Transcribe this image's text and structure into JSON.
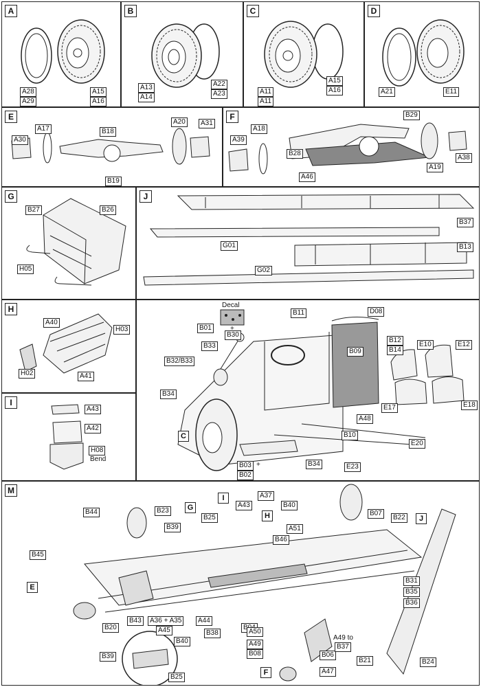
{
  "steps": {
    "A": {
      "letter": "A",
      "parts": [
        "A28",
        "A29",
        "A15",
        "A16"
      ]
    },
    "B": {
      "letter": "B",
      "parts": [
        "A13",
        "A14",
        "A22",
        "A23"
      ]
    },
    "C": {
      "letter": "C",
      "parts": [
        "A11",
        "A11",
        "A15",
        "A16"
      ]
    },
    "D": {
      "letter": "D",
      "parts": [
        "A21",
        "E11"
      ]
    },
    "E": {
      "letter": "E",
      "parts": [
        "A30",
        "A17",
        "B18",
        "B19",
        "A20",
        "A31"
      ]
    },
    "F": {
      "letter": "F",
      "parts": [
        "A39",
        "A18",
        "B29",
        "B28",
        "A46",
        "A19",
        "A38"
      ]
    },
    "G": {
      "letter": "G",
      "parts": [
        "B27",
        "B26",
        "H05"
      ]
    },
    "J": {
      "letter": "J",
      "parts": [
        "B37",
        "G01",
        "B13",
        "G02"
      ]
    },
    "H": {
      "letter": "H",
      "parts": [
        "A40",
        "H03",
        "H02",
        "A41"
      ]
    },
    "I": {
      "letter": "I",
      "parts": [
        "A43",
        "A42",
        "H08"
      ],
      "bend": "Bend"
    },
    "cab": {
      "decal": "Decal",
      "plus": "+",
      "parts": [
        "B11",
        "D08",
        "B01",
        "B30",
        "B33",
        "B09",
        "B12",
        "B14",
        "E10",
        "E12",
        "B32/B33",
        "B34",
        "E17",
        "E18",
        "A48",
        "B10",
        "E20",
        "B34",
        "E23",
        "B03",
        "B02"
      ],
      "b03_plus": "+",
      "ref": "C"
    },
    "M": {
      "letter": "M",
      "refs": [
        "I",
        "G",
        "H",
        "J",
        "E",
        "F"
      ],
      "parts": [
        "B44",
        "B23",
        "B39",
        "B25",
        "A43",
        "A37",
        "B40",
        "B07",
        "B22",
        "A51",
        "B46",
        "B45",
        "B31",
        "B35",
        "B36",
        "B20",
        "B43",
        "A36 + A35",
        "A45",
        "B40",
        "A44",
        "B38",
        "B04",
        "A50",
        "A49",
        "B08",
        "B06",
        "A47",
        "A49 to",
        "B37",
        "B21",
        "B24",
        "B39",
        "B25"
      ]
    }
  }
}
